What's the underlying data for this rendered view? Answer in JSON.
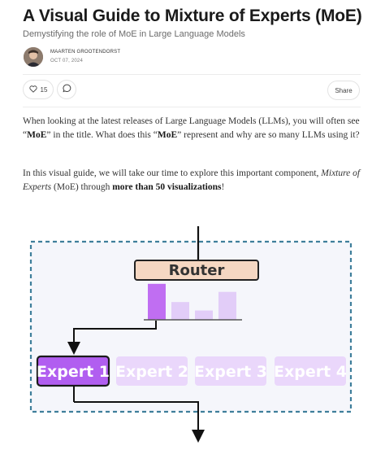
{
  "article": {
    "title": "A Visual Guide to Mixture of Experts (MoE)",
    "subtitle": "Demystifying the role of MoE in Large Language Models",
    "author": "MAARTEN GROOTENDORST",
    "date": "OCT 07, 2024"
  },
  "actions": {
    "like_count": "15",
    "share_label": "Share"
  },
  "body": {
    "p1": {
      "a": "When looking at the latest releases of Large Language Models (LLMs), you will often see “",
      "b": "MoE",
      "c": "” in the title. What does this “",
      "d": "MoE",
      "e": "” represent and why are so many LLMs using it?"
    },
    "p2": {
      "a": "In this visual guide, we will take our time to explore this important component, ",
      "b": "Mixture of Experts",
      "c": " (MoE) through ",
      "d": "more than 50 visualizations",
      "e": "!"
    }
  },
  "diagram": {
    "router_label": "Router",
    "experts": [
      "Expert 1",
      "Expert 2",
      "Expert 3",
      "Expert 4"
    ],
    "router_scores": [
      0.85,
      0.42,
      0.22,
      0.66
    ],
    "colors": {
      "dashed_border": "#3f7f9b",
      "panel_bg": "#f5f6fb",
      "router_fill": "#f5d7c2",
      "selected_expert": "#b15ef0",
      "faded_expert": "#ead7fb",
      "bar_strong": "#c06ef2",
      "bar_light": "#e2cdf8"
    }
  }
}
